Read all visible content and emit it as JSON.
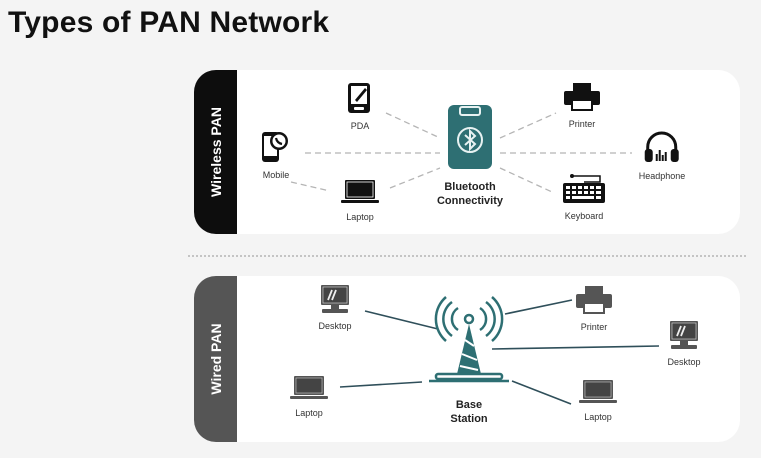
{
  "title": "Types of PAN Network",
  "colors": {
    "accent": "#2e6f73",
    "wireless_tab": "#0d0d0d",
    "wired_tab": "#555555"
  },
  "wireless": {
    "label": "Wireless PAN",
    "hub": {
      "line1": "Bluetooth",
      "line2": "Connectivity",
      "icon": "bluetooth-phone-icon"
    },
    "devices": [
      {
        "label": "PDA",
        "icon": "pda-icon"
      },
      {
        "label": "Mobile",
        "icon": "mobile-phone-icon"
      },
      {
        "label": "Laptop",
        "icon": "laptop-icon"
      },
      {
        "label": "Printer",
        "icon": "printer-icon"
      },
      {
        "label": "Headphone",
        "icon": "headphone-icon"
      },
      {
        "label": "Keyboard",
        "icon": "keyboard-icon"
      }
    ]
  },
  "wired": {
    "label": "Wired PAN",
    "hub": {
      "line1": "Base",
      "line2": "Station",
      "icon": "cell-tower-icon"
    },
    "devices": [
      {
        "label": "Desktop",
        "icon": "desktop-icon"
      },
      {
        "label": "Laptop",
        "icon": "laptop-icon"
      },
      {
        "label": "Printer",
        "icon": "printer-icon"
      },
      {
        "label": "Desktop",
        "icon": "desktop-icon"
      },
      {
        "label": "Laptop",
        "icon": "laptop-icon"
      }
    ]
  }
}
